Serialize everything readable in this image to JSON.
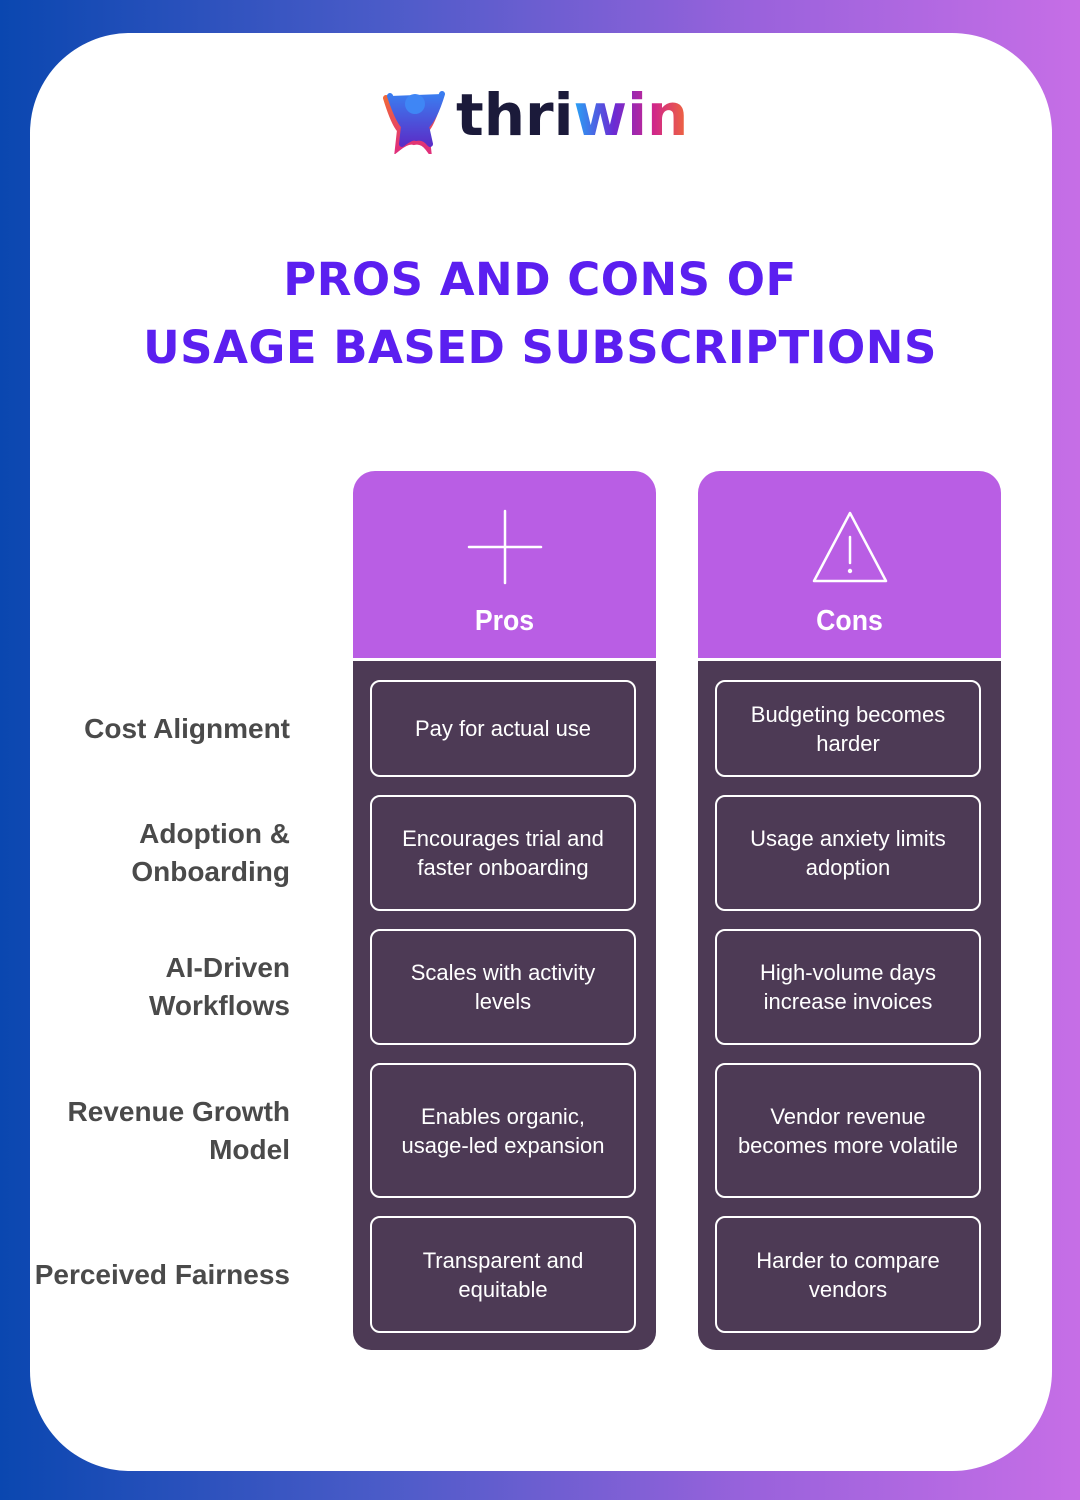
{
  "brand": {
    "name_part_dark": "thri",
    "name_part_gradient": "win",
    "logo_icon": "person-cheering-icon"
  },
  "title": {
    "line1": "PROS AND CONS OF",
    "line2": "USAGE BASED SUBSCRIPTIONS",
    "color": "#5b1ff0"
  },
  "colors": {
    "background_gradient_start": "#0a47b0",
    "background_gradient_end": "#c66ee6",
    "panel_header": "#b95ee4",
    "panel_body": "#4d3a55",
    "row_label": "#4a4a4a"
  },
  "columns": {
    "pros": {
      "label": "Pros",
      "icon": "plus-icon"
    },
    "cons": {
      "label": "Cons",
      "icon": "warning-triangle-icon"
    }
  },
  "rows": [
    {
      "label": "Cost Alignment",
      "pro": "Pay for actual use",
      "con": "Budgeting becomes harder"
    },
    {
      "label": "Adoption & Onboarding",
      "pro": "Encourages trial and faster onboarding",
      "con": "Usage anxiety limits adoption"
    },
    {
      "label": "AI-Driven Workflows",
      "pro": "Scales with activity levels",
      "con": "High-volume days increase invoices"
    },
    {
      "label": "Revenue Growth Model",
      "pro": "Enables organic, usage-led expansion",
      "con": "Vendor revenue becomes more volatile"
    },
    {
      "label": "Perceived Fairness",
      "pro": "Transparent and equitable",
      "con": "Harder to compare vendors"
    }
  ]
}
